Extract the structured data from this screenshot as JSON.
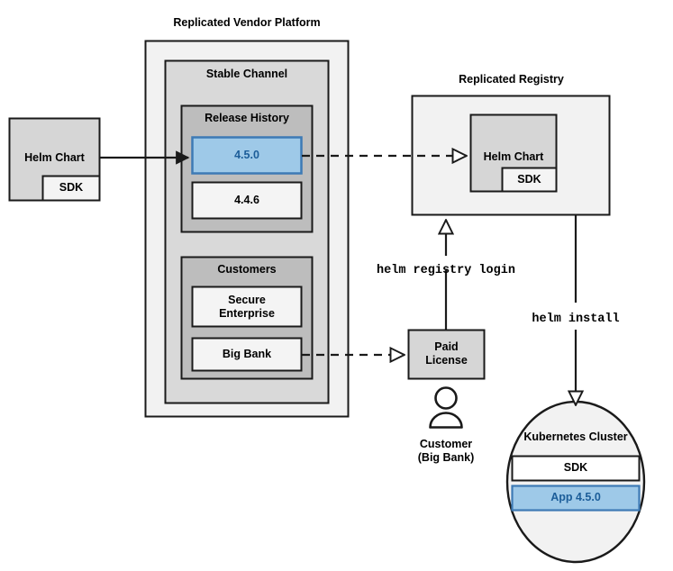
{
  "diagram": {
    "title_vendor_platform": "Replicated Vendor Platform",
    "title_registry": "Replicated Registry",
    "groups": {
      "stable_channel": "Stable Channel",
      "release_history": "Release History",
      "customers": "Customers"
    },
    "nodes": {
      "helm_chart_source": "Helm Chart",
      "sdk_source": "SDK",
      "release_450": "4.5.0",
      "release_446": "4.4.6",
      "customer_secure_enterprise": "Secure\nEnterprise",
      "customer_big_bank": "Big Bank",
      "registry_helm_chart": "Helm Chart",
      "registry_sdk": "SDK",
      "paid_license": "Paid\nLicense",
      "customer_person": "Customer\n(Big Bank)",
      "kubernetes_cluster": "Kubernetes Cluster",
      "cluster_sdk": "SDK",
      "cluster_app": "App 4.5.0"
    },
    "edges": {
      "chart_to_release": "",
      "release_to_registry": "",
      "bigbank_to_license": "",
      "license_to_registry": "helm registry login",
      "registry_to_cluster": "helm install"
    },
    "colors": {
      "highlight_fill": "#9ec9e8",
      "highlight_stroke": "#3d7ab5",
      "highlight_text": "#1c5d99",
      "outer_fill": "#f2f2f2",
      "mid_fill": "#d9d9d9",
      "inner_fill": "#c0c0c0",
      "box_fill": "#f4f4f4",
      "node_fill": "#d6d6d6",
      "stroke": "#1a1a1a"
    }
  }
}
